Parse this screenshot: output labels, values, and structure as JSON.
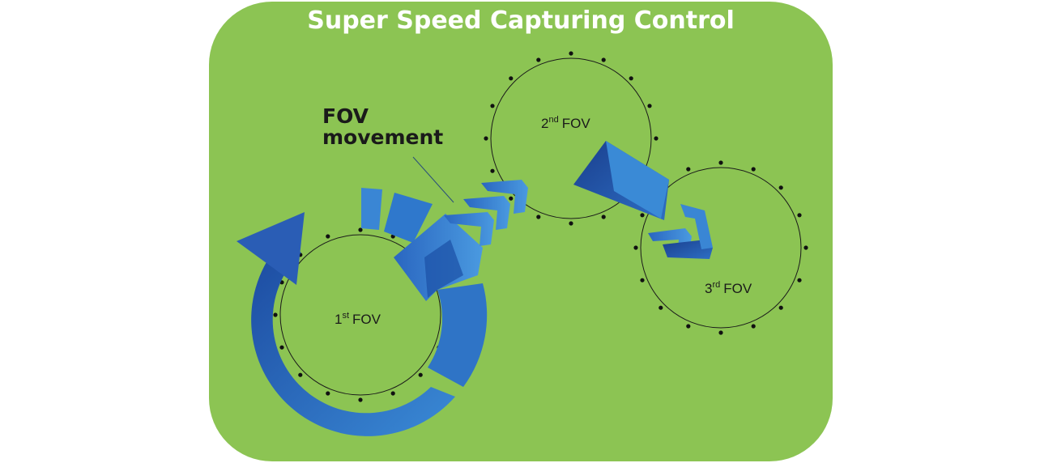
{
  "title": "Super Speed Capturing Control",
  "movement_label": {
    "line1": "FOV",
    "line2": "movement"
  },
  "fovs": [
    {
      "num": "1",
      "sup": "st",
      "name": "FOV"
    },
    {
      "num": "2",
      "sup": "nd",
      "name": "FOV"
    },
    {
      "num": "3",
      "sup": "rd",
      "name": "FOV"
    }
  ],
  "colors": {
    "background": "#8cc453",
    "arrow_dark": "#1f4ea3",
    "arrow_light": "#3a86d4",
    "title_text": "#ffffff"
  }
}
